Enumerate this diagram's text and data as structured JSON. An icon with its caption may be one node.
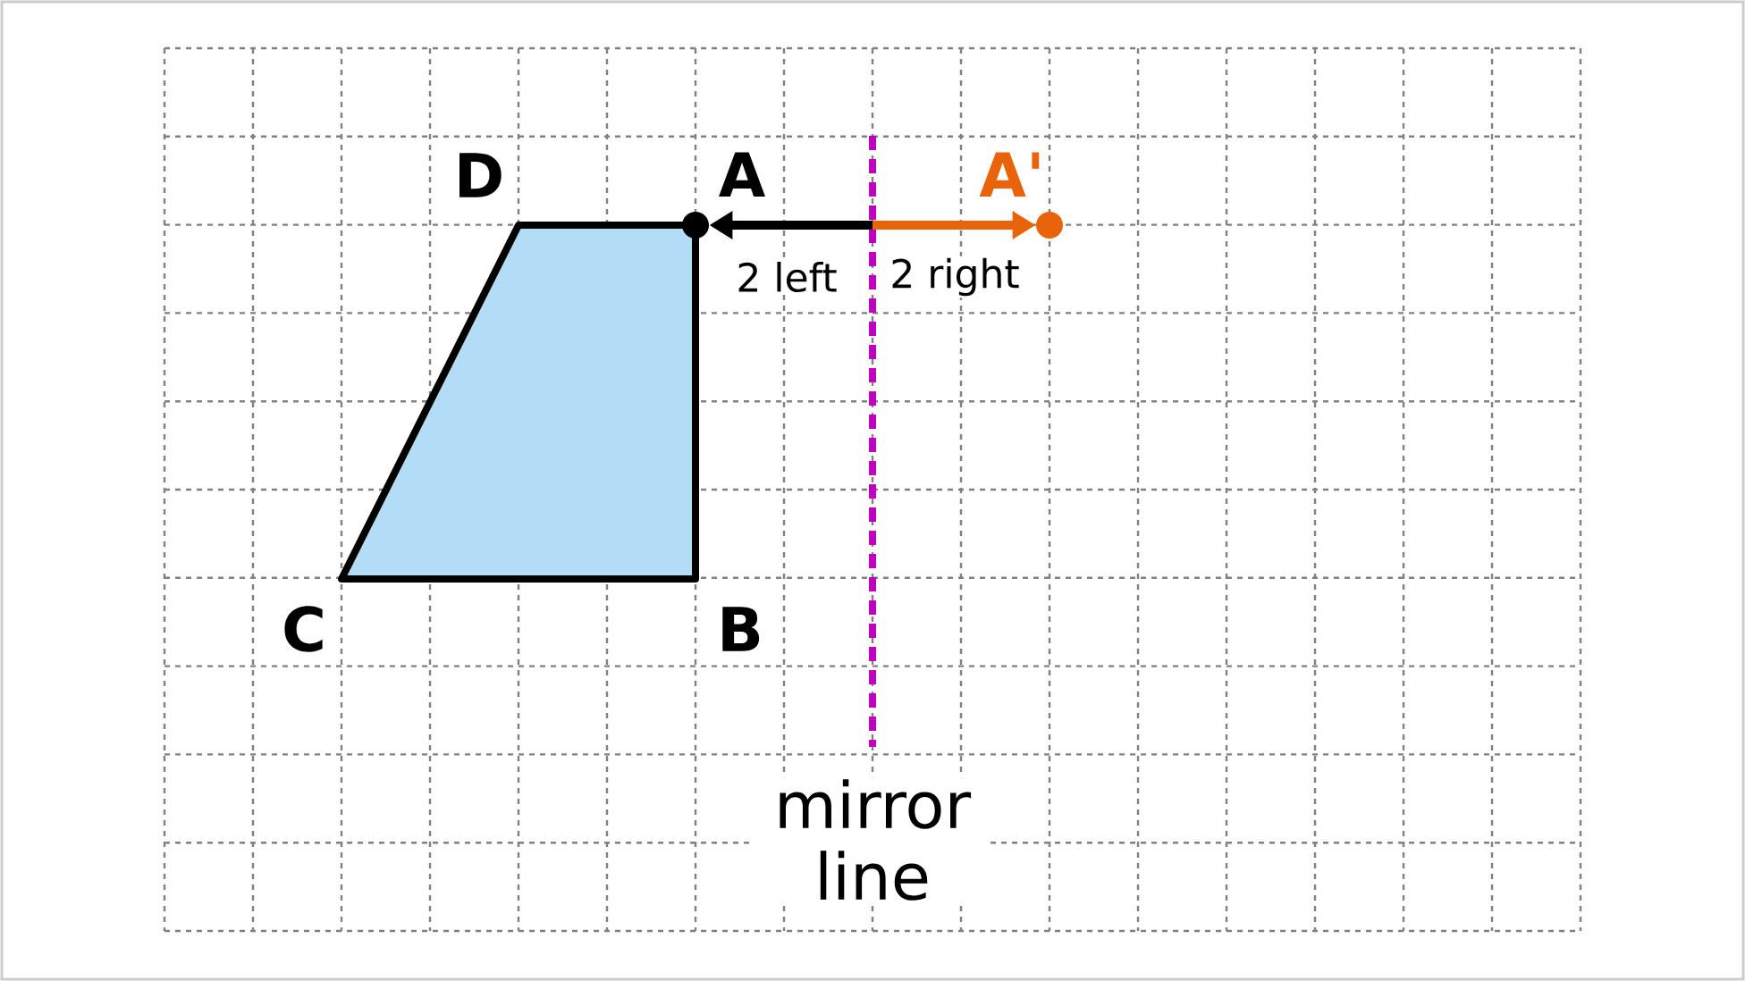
{
  "diagram": {
    "nodes": [
      {
        "text": [],
        "shape": "trapezium"
      },
      {
        "text": [
          "A"
        ]
      },
      {
        "text": [
          "A'"
        ]
      }
    ],
    "edges": [
      {
        "from": null,
        "to": 1,
        "arrow": "to",
        "label": "2 left"
      },
      {
        "from": null,
        "to": 2,
        "arrow": "to",
        "label": "2 right",
        "color": "#e8630a"
      }
    ],
    "labels": [
      "D",
      "C",
      "B",
      "mirror line"
    ]
  }
}
